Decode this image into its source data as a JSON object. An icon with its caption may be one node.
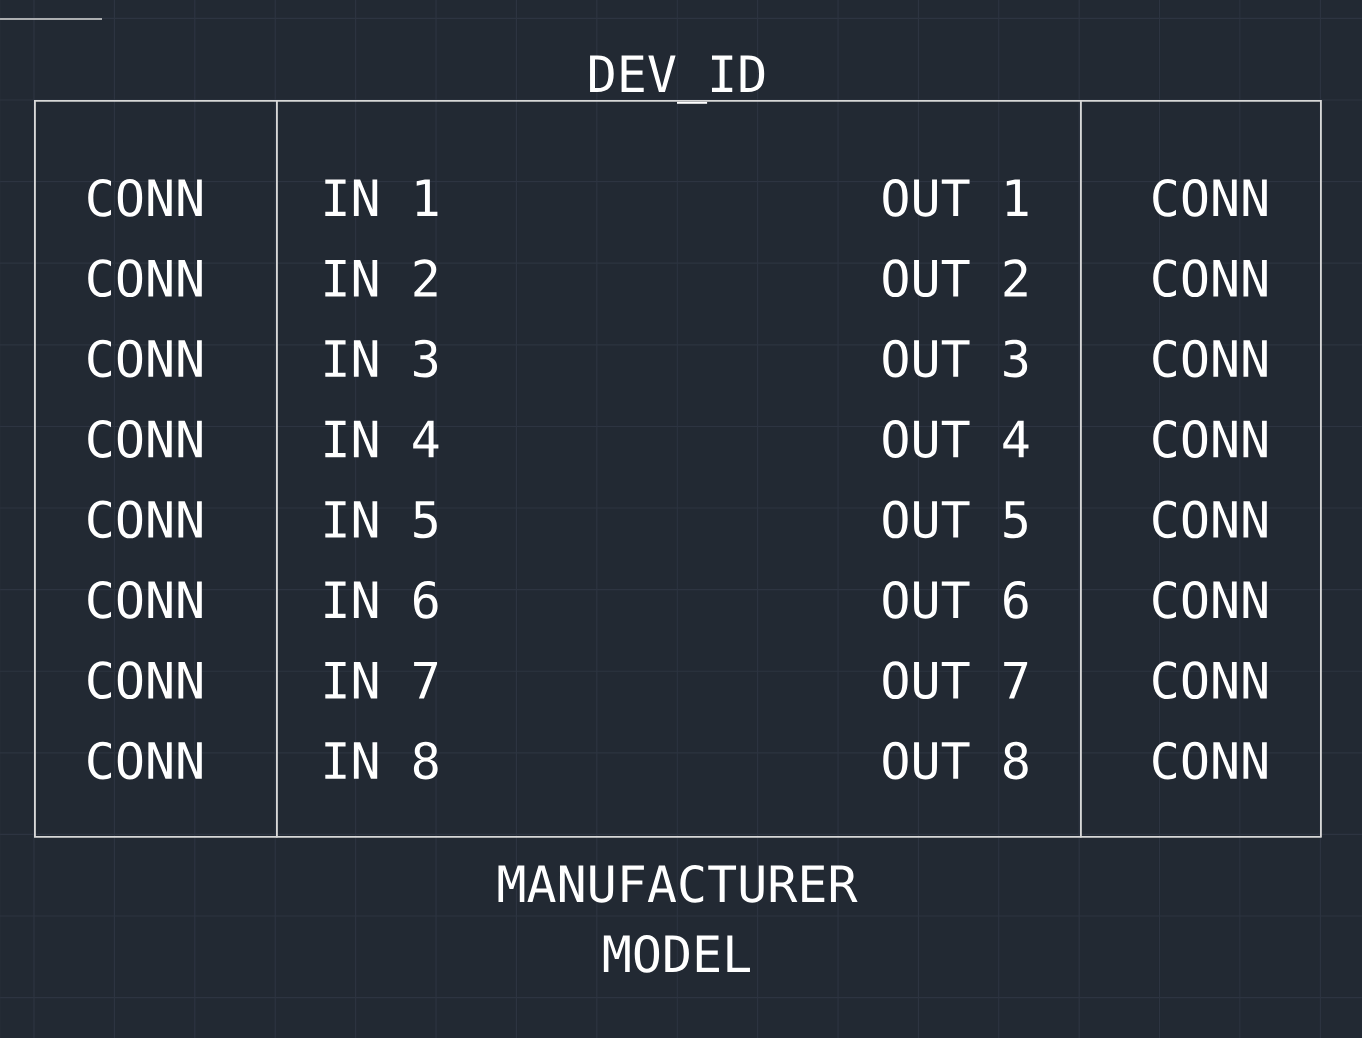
{
  "diagram": {
    "nodes": [
      {
        "text": [
          "DEV_ID"
        ],
        "beside": [
          "MANUFACTURER",
          "MODEL"
        ]
      },
      {
        "text": [
          "CONN",
          "CONN",
          "CONN",
          "CONN",
          "CONN",
          "CONN",
          "CONN",
          "CONN"
        ],
        "in": 0
      },
      {
        "text": [
          "IN 1",
          "IN 2",
          "IN 3",
          "IN 4",
          "IN 5",
          "IN 6",
          "IN 7",
          "IN 8",
          "OUT 1",
          "OUT 2",
          "OUT 3",
          "OUT 4",
          "OUT 5",
          "OUT 6",
          "OUT 7",
          "OUT 8"
        ],
        "in": 0
      },
      {
        "text": [
          "CONN",
          "CONN",
          "CONN",
          "CONN",
          "CONN",
          "CONN",
          "CONN",
          "CONN"
        ],
        "in": 0
      }
    ]
  }
}
